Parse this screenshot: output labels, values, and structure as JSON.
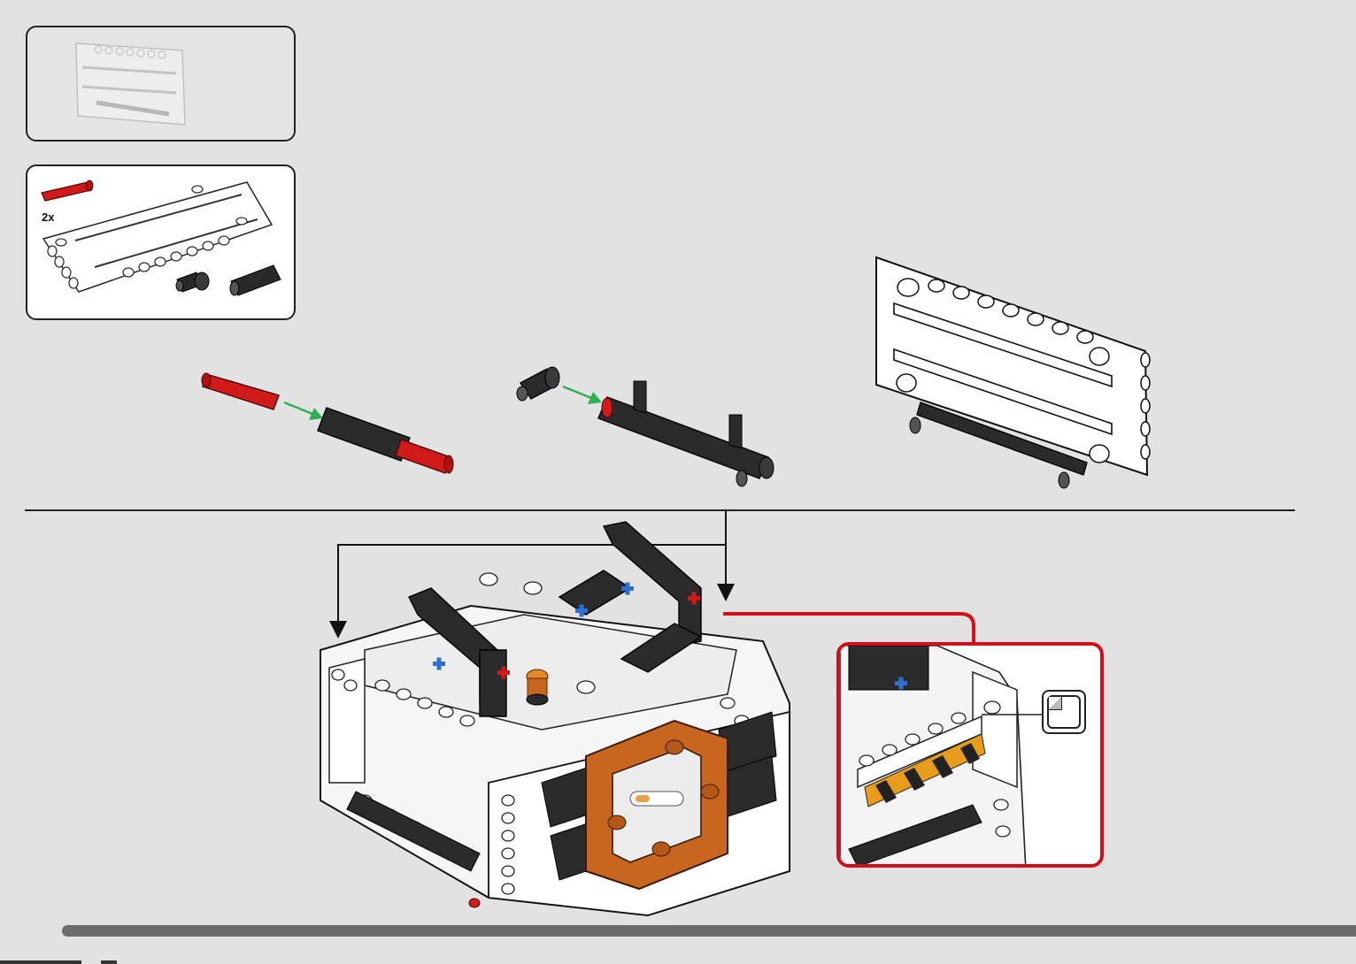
{
  "parts_list": {
    "quantity_label": "2x",
    "parts": [
      {
        "name": "red-axle-pin",
        "color": "#d11a1a",
        "quantity": "2x"
      },
      {
        "name": "white-panel-beam",
        "color": "#ffffff"
      },
      {
        "name": "black-angle-connector",
        "color": "#2a2a2a"
      },
      {
        "name": "black-pin-connector",
        "color": "#2a2a2a"
      }
    ]
  },
  "colors": {
    "background": "#e2e2e2",
    "insertion_arrow": "#2fae55",
    "callout_frame": "#d3101a",
    "accent_orange": "#c8651f",
    "cross_red": "#d11a1a",
    "cross_blue": "#2f6fd1",
    "progress_bar": "#6c6c6c"
  },
  "icons": [
    "sticker-icon",
    "arrow-down-icon"
  ]
}
